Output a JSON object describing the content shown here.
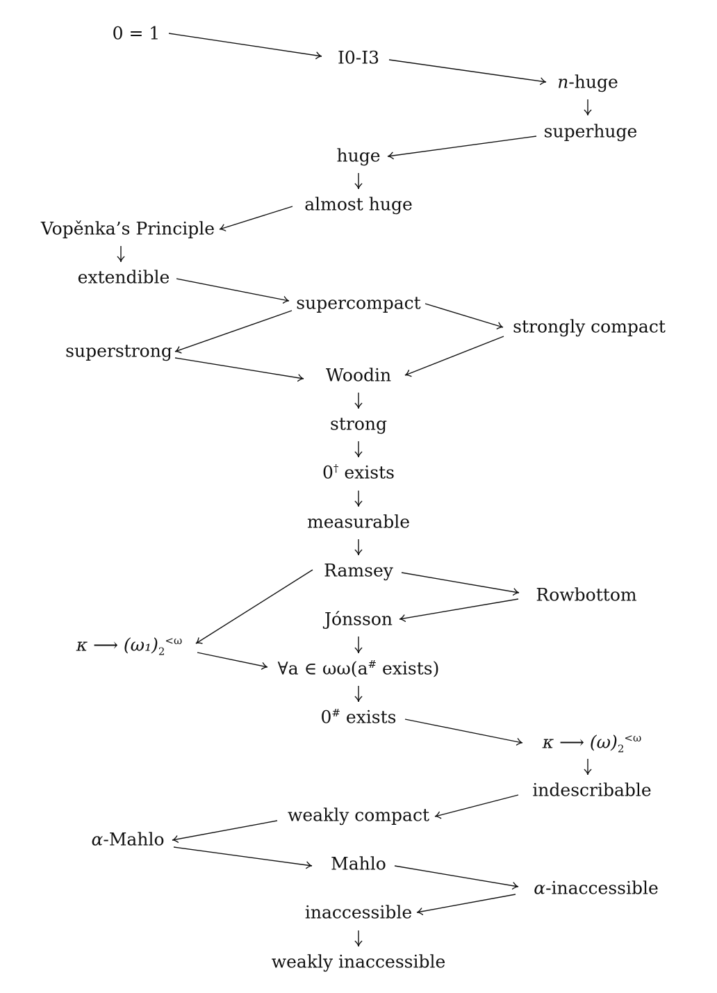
{
  "nodes": {
    "zero_eq_one": "0 = 1",
    "i0_i3": "I0-I3",
    "n_huge": "-huge",
    "n_huge_var": "n",
    "superhuge": "superhuge",
    "huge": "huge",
    "almost_huge": "almost huge",
    "vopenka": "Vopěnka’s Principle",
    "extendible": "extendible",
    "supercompact": "supercompact",
    "strongly_compact": "strongly compact",
    "superstrong": "superstrong",
    "woodin": "Woodin",
    "strong": "strong",
    "zero_dagger": "exists",
    "measurable": "measurable",
    "ramsey": "Ramsey",
    "rowbottom": "Rowbottom",
    "jonsson": "Jónsson",
    "kappa_omega1": "κ ⟶ (ω₁)",
    "forall_a": "∀a ∈ ωω(a",
    "forall_a_tail": " exists)",
    "zero_sharp": "exists",
    "kappa_omega": "κ ⟶ (ω)",
    "indescribable": "indescribable",
    "weakly_compact": "weakly compact",
    "alpha_mahlo": "-Mahlo",
    "alpha_var": "α",
    "mahlo": "Mahlo",
    "alpha_inaccessible": "-inaccessible",
    "inaccessible": "inaccessible",
    "weakly_inaccessible": "weakly inaccessible"
  },
  "edges": [
    [
      "zero_eq_one",
      "i0_i3"
    ],
    [
      "i0_i3",
      "n_huge"
    ],
    [
      "n_huge",
      "superhuge"
    ],
    [
      "superhuge",
      "huge"
    ],
    [
      "huge",
      "almost_huge"
    ],
    [
      "almost_huge",
      "vopenka"
    ],
    [
      "vopenka",
      "extendible"
    ],
    [
      "extendible",
      "supercompact"
    ],
    [
      "supercompact",
      "strongly_compact"
    ],
    [
      "supercompact",
      "superstrong"
    ],
    [
      "superstrong",
      "woodin"
    ],
    [
      "strongly_compact",
      "woodin"
    ],
    [
      "woodin",
      "strong"
    ],
    [
      "strong",
      "zero_dagger"
    ],
    [
      "zero_dagger",
      "measurable"
    ],
    [
      "measurable",
      "ramsey"
    ],
    [
      "ramsey",
      "rowbottom"
    ],
    [
      "ramsey",
      "kappa_omega1"
    ],
    [
      "rowbottom",
      "jonsson"
    ],
    [
      "kappa_omega1",
      "forall_a"
    ],
    [
      "jonsson",
      "forall_a"
    ],
    [
      "forall_a",
      "zero_sharp"
    ],
    [
      "zero_sharp",
      "kappa_omega"
    ],
    [
      "kappa_omega",
      "indescribable"
    ],
    [
      "indescribable",
      "weakly_compact"
    ],
    [
      "weakly_compact",
      "alpha_mahlo"
    ],
    [
      "alpha_mahlo",
      "mahlo"
    ],
    [
      "mahlo",
      "alpha_inaccessible"
    ],
    [
      "alpha_inaccessible",
      "inaccessible"
    ],
    [
      "inaccessible",
      "weakly_inaccessible"
    ]
  ]
}
